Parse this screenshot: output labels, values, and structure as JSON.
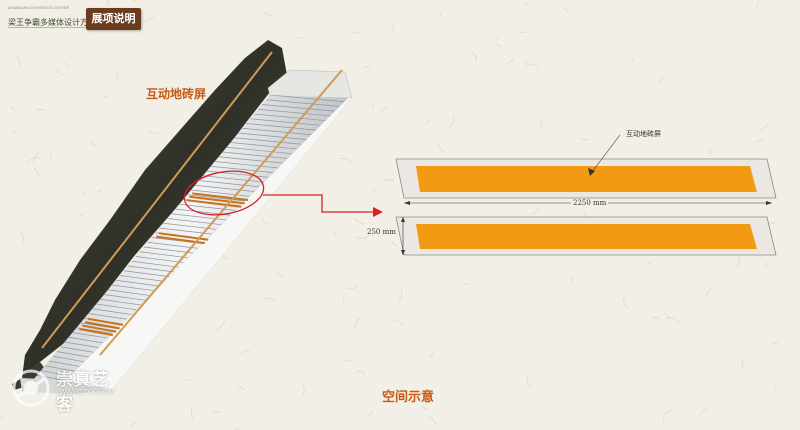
{
  "header": {
    "english": "ZHUANGHUI EXHIBITION CENTER",
    "chinese": "梁王争霸多媒体设计方案",
    "badge": "展项说明"
  },
  "scene": {
    "floor_label": "互动地砖屏",
    "callout_label": "互动地砖屏",
    "dimension_width": "2250 mm",
    "dimension_height": "250 mm",
    "footer_label": "空间示意"
  },
  "watermark": {
    "text": "崇真艺客",
    "sub": "WWW.CZYK.COM"
  },
  "colors": {
    "accent_orange": "#f29a12",
    "label_orange": "#c75a14",
    "badge_brown": "#6b3d1f",
    "marker_red": "#d81f26",
    "rail_tan": "#d09b54"
  }
}
